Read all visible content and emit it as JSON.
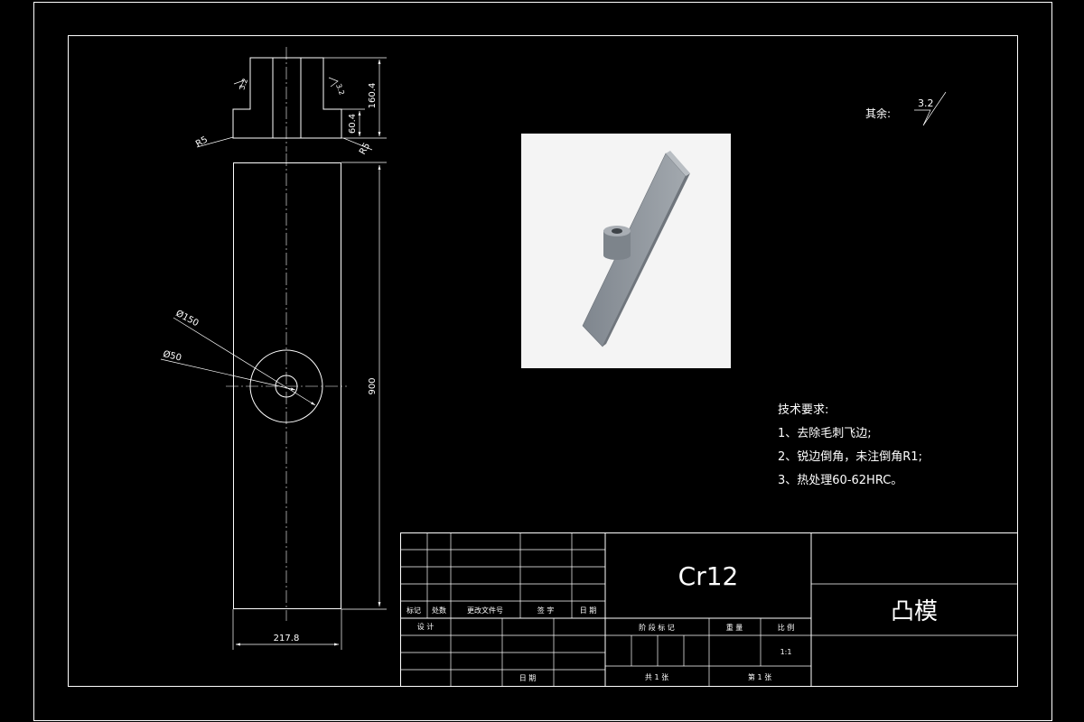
{
  "drawing": {
    "dim_height_top": "160.4",
    "dim_step": "60.4",
    "dim_length": "900",
    "dim_width": "217.8",
    "radius_left": "R5",
    "radius_right": "R5",
    "dia_outer": "Ø150",
    "dia_inner": "Ø50",
    "roughness_label_left": "3.2",
    "roughness_label_right": "3.2"
  },
  "roughness_note": {
    "label": "其余:",
    "value": "3.2"
  },
  "tech_req": {
    "title": "技术要求:",
    "items": [
      "1、去除毛刺飞边;",
      "2、锐边倒角，未注倒角R1;",
      "3、热处理60-62HRC。"
    ]
  },
  "title_block": {
    "material": "Cr12",
    "part_name": "凸模",
    "rev_headers": [
      "标记",
      "处数",
      "更改文件号",
      "签 字",
      "日 期"
    ],
    "design_label": "设 计",
    "date_label": "日 期",
    "stage_label": "阶 段 标 记",
    "weight_label": "重 量",
    "scale_label": "比 例",
    "scale_value": "1:1",
    "sheets_total": "共  1  张",
    "sheet_no": "第  1  张"
  },
  "colors": {
    "background": "#000000",
    "lines": "#ffffff",
    "render_bg": "#f4f4f4",
    "part_gray": "#8e959d"
  }
}
